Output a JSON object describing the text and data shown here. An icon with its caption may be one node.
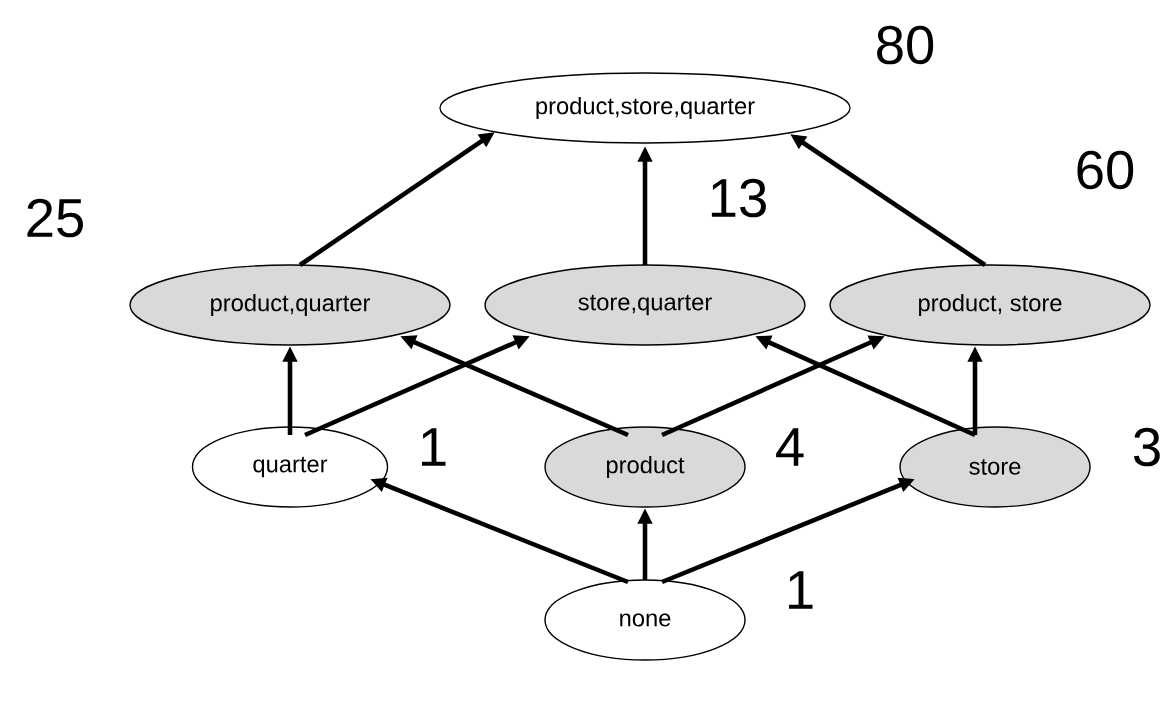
{
  "diagram": {
    "nodes": [
      {
        "text": [
          "product,store,quarter"
        ],
        "beside": [
          "80"
        ]
      },
      {
        "text": [
          "product,quarter"
        ],
        "beside": [
          "25"
        ]
      },
      {
        "text": [
          "store,quarter"
        ],
        "beside": [
          "13"
        ]
      },
      {
        "text": [
          "product, store"
        ],
        "beside": [
          "60"
        ]
      },
      {
        "text": [
          "quarter"
        ],
        "beside": [
          "1"
        ]
      },
      {
        "text": [
          "product"
        ],
        "beside": [
          "4"
        ]
      },
      {
        "text": [
          "store"
        ],
        "beside": [
          "3"
        ]
      },
      {
        "text": [
          "none"
        ],
        "beside": [
          "1"
        ]
      }
    ],
    "edges": [
      {
        "from": 7,
        "to": 4,
        "arrow": "to"
      },
      {
        "from": 7,
        "to": 5,
        "arrow": "to"
      },
      {
        "from": 7,
        "to": 6,
        "arrow": "to"
      },
      {
        "from": 4,
        "to": 1,
        "arrow": "to"
      },
      {
        "from": 4,
        "to": 2,
        "arrow": "to"
      },
      {
        "from": 5,
        "to": 1,
        "arrow": "to"
      },
      {
        "from": 5,
        "to": 3,
        "arrow": "to"
      },
      {
        "from": 6,
        "to": 2,
        "arrow": "to"
      },
      {
        "from": 6,
        "to": 3,
        "arrow": "to"
      },
      {
        "from": 1,
        "to": 0,
        "arrow": "to"
      },
      {
        "from": 2,
        "to": 0,
        "arrow": "to"
      },
      {
        "from": 3,
        "to": 0,
        "arrow": "to"
      }
    ]
  }
}
